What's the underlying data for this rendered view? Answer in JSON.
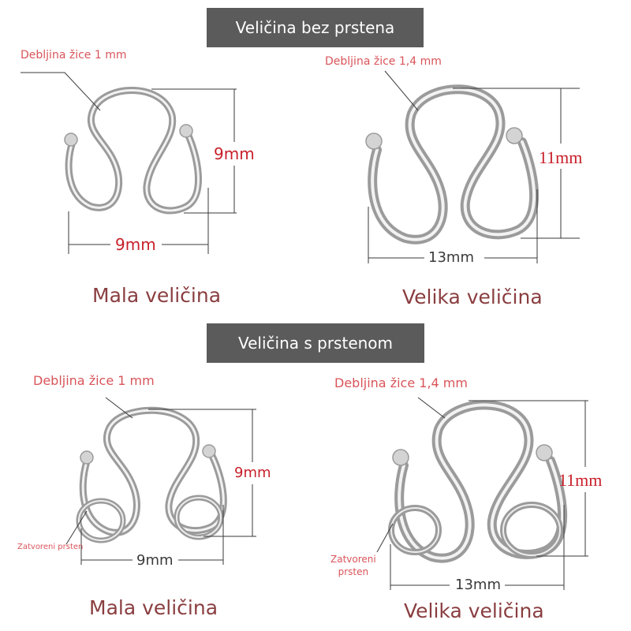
{
  "sections": {
    "without_ring": "Veličina bez prstena",
    "with_ring": "Veličina s prstenom"
  },
  "panels": {
    "top_small": {
      "thickness": "Debljina žice 1 mm",
      "height": "9mm",
      "width": "9mm",
      "caption": "Mala veličina"
    },
    "top_large": {
      "thickness": "Debljina žice 1,4 mm",
      "height": "11mm",
      "width": "13mm",
      "caption": "Velika veličina"
    },
    "bottom_small": {
      "thickness": "Debljina žice 1 mm",
      "ring": "Zatvoreni prsten",
      "height": "9mm",
      "width": "9mm",
      "caption": "Mala veličina"
    },
    "bottom_large": {
      "thickness": "Debljina žice 1,4 mm",
      "ring": "Zatvoreni\nprsten",
      "height": "11mm",
      "width": "13mm",
      "caption": "Velika veličina"
    }
  },
  "colors": {
    "banner": "#5b5b5b",
    "label": "#d9545a",
    "dimension": "#c8202a",
    "caption": "#8a3e40"
  }
}
